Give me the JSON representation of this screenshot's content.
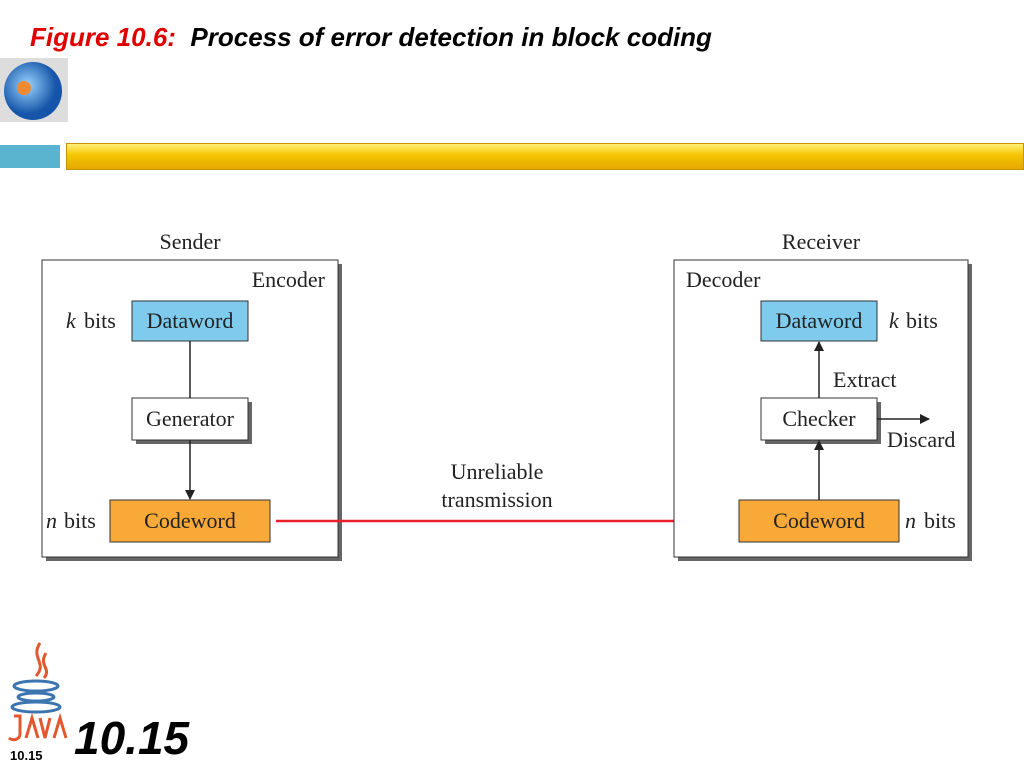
{
  "title": {
    "figure": "Figure 10.6:",
    "text": "Process of error detection in block coding"
  },
  "diagram": {
    "sender": {
      "label": "Sender",
      "box": "Encoder",
      "dataword": "Dataword",
      "generator": "Generator",
      "codeword": "Codeword",
      "k_bits": "k",
      "n_bits": "n",
      "bits": "bits"
    },
    "receiver": {
      "label": "Receiver",
      "box": "Decoder",
      "dataword": "Dataword",
      "checker": "Checker",
      "codeword": "Codeword",
      "extract": "Extract",
      "discard": "Discard",
      "k_bits": "k",
      "n_bits": "n",
      "bits": "bits"
    },
    "channel": {
      "line1": "Unreliable",
      "line2": "transmission"
    }
  },
  "colors": {
    "dataword": "#7ecbed",
    "codeword": "#f8a938",
    "arrow": "#e8202a"
  },
  "footer": {
    "page": "10.15",
    "page_small": "10.15"
  }
}
